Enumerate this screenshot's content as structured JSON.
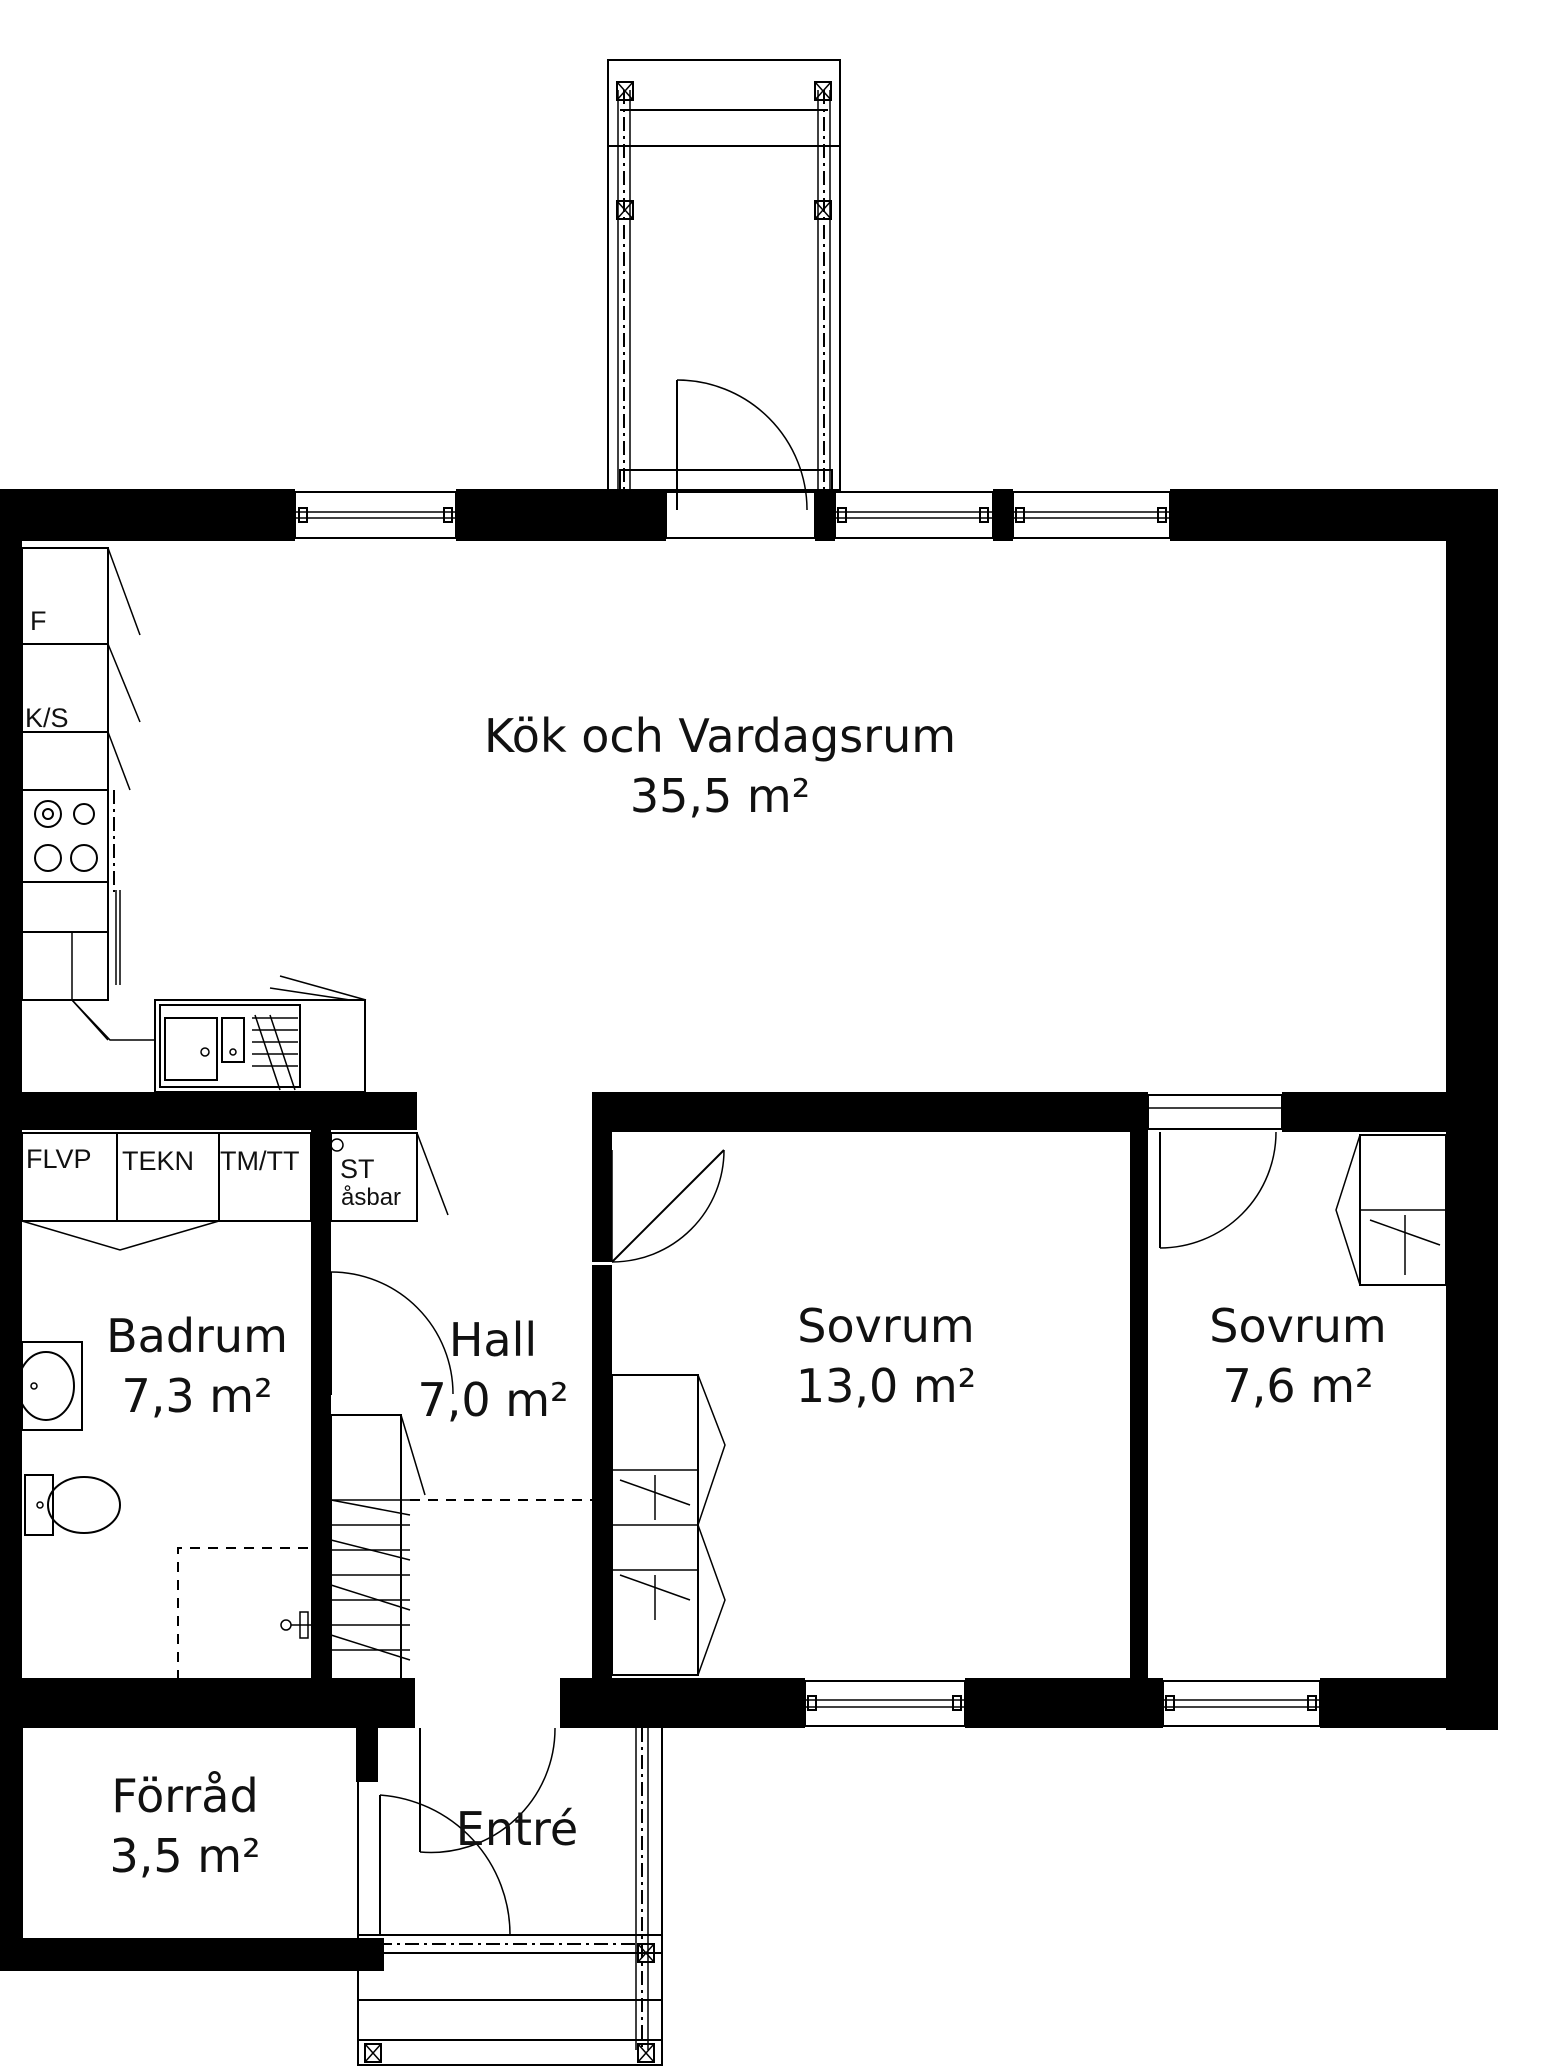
{
  "rooms": {
    "kitchen_living": {
      "name": "Kök och Vardagsrum",
      "area": "35,5 m²"
    },
    "bathroom": {
      "name": "Badrum",
      "area": "7,3 m²"
    },
    "hall": {
      "name": "Hall",
      "area": "7,0 m²"
    },
    "bedroom_large": {
      "name": "Sovrum",
      "area": "13,0 m²"
    },
    "bedroom_small": {
      "name": "Sovrum",
      "area": "7,6 m²"
    },
    "storage": {
      "name": "Förråd",
      "area": "3,5 m²"
    },
    "entrance": {
      "name": "Entré"
    }
  },
  "fixtures": {
    "fridge": "F",
    "fridge_freezer": "K/S",
    "flvp": "FLVP",
    "tekn": "TEKN",
    "tm_tt": "TM/TT",
    "st": "ST",
    "st_sub": "åsbar"
  }
}
